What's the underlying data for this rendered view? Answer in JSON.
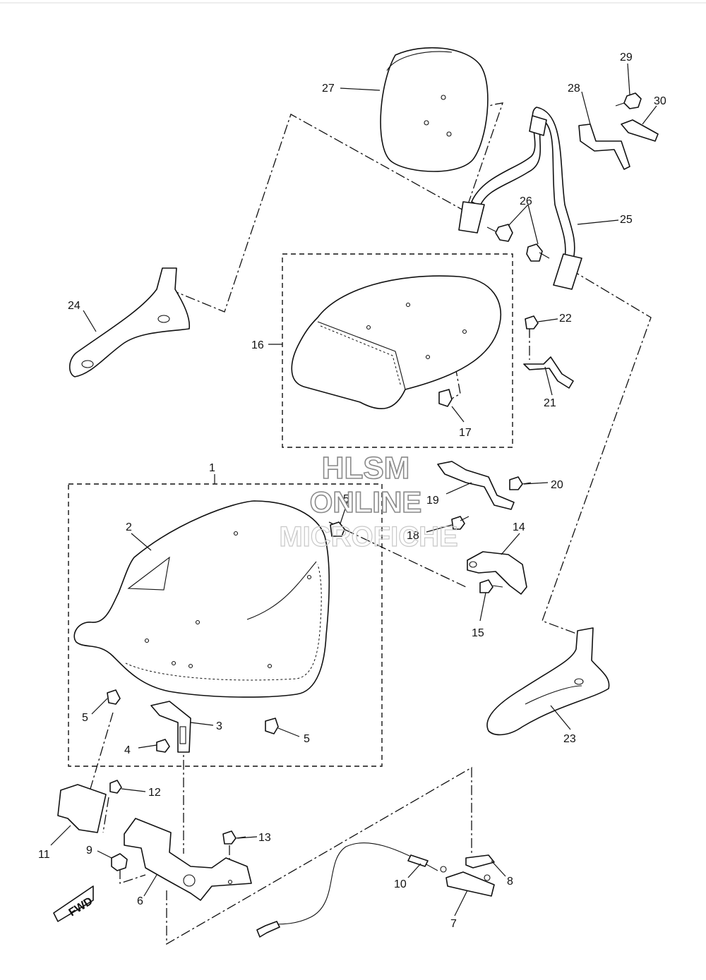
{
  "watermark": {
    "line1": "HLSM",
    "line2": "ONLINE",
    "line3": "MICROFICHE"
  },
  "fwd_badge": "FWD",
  "callouts": [
    "1",
    "2",
    "3",
    "4",
    "5",
    "5",
    "5",
    "6",
    "7",
    "8",
    "8",
    "9",
    "10",
    "11",
    "12",
    "13",
    "14",
    "15",
    "16",
    "17",
    "18",
    "19",
    "20",
    "21",
    "22",
    "23",
    "24",
    "25",
    "26",
    "27",
    "28",
    "29",
    "30"
  ],
  "colors": {
    "ink": "#111111",
    "watermark_stroke": "#8a8a8a",
    "background": "#ffffff"
  }
}
